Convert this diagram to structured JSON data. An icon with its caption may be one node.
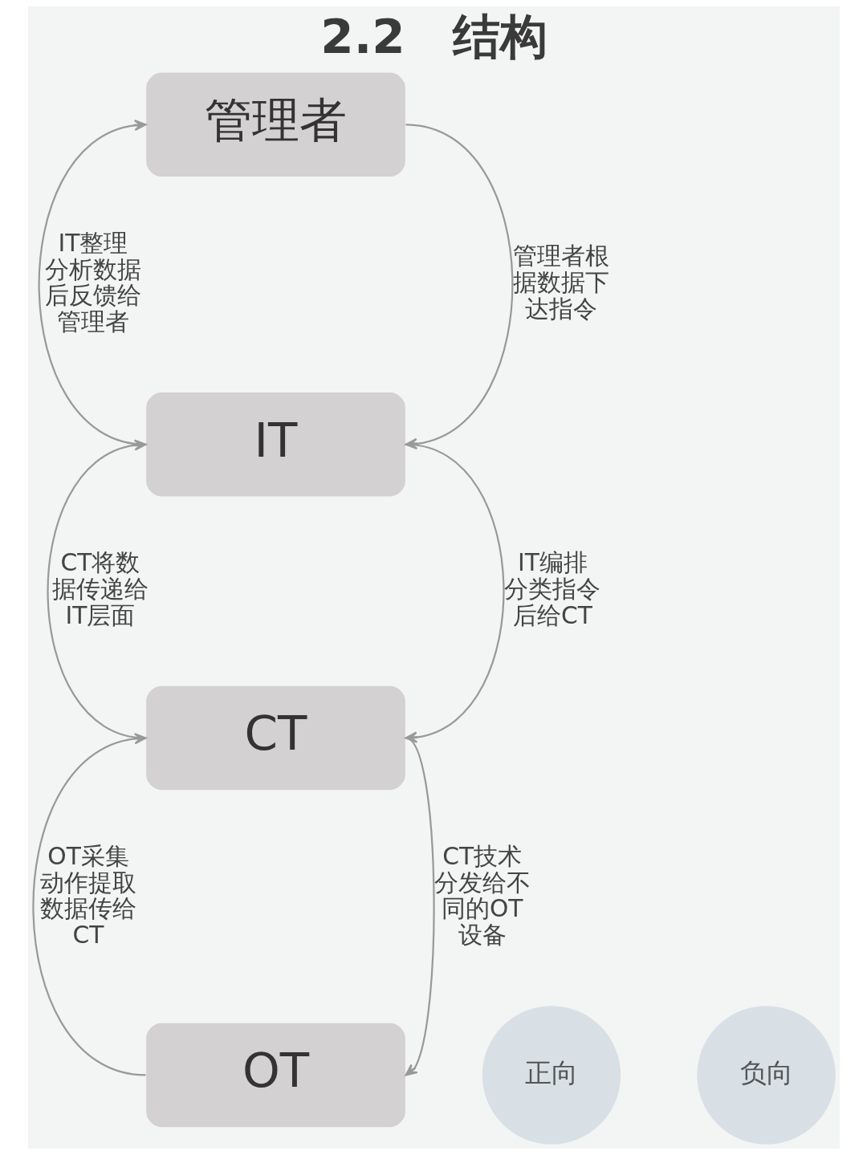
{
  "diagram": {
    "title": "2.2　结构",
    "nodes": [
      {
        "text": [
          "管理者"
        ]
      },
      {
        "text": [
          "IT"
        ]
      },
      {
        "text": [
          "CT"
        ]
      },
      {
        "text": [
          "OT"
        ]
      },
      {
        "text": [
          "正向"
        ]
      },
      {
        "text": [
          "负向"
        ]
      }
    ],
    "edges": [
      {
        "from": 1,
        "to": 0,
        "arrow": "to",
        "label": "IT整理分析数据后反馈给管理者"
      },
      {
        "from": 0,
        "to": 1,
        "arrow": "to",
        "label": "管理者根据数据下达指令"
      },
      {
        "from": 2,
        "to": 1,
        "arrow": "to",
        "label": "CT将数据传递给IT层面"
      },
      {
        "from": 1,
        "to": 2,
        "arrow": "to",
        "label": "IT编排分类指令后给CT"
      },
      {
        "from": 3,
        "to": 2,
        "arrow": "to",
        "label": "OT采集动作提取数据传给CT"
      },
      {
        "from": 2,
        "to": 3,
        "arrow": "to",
        "label": "CT技术分发给不同的OT设备"
      }
    ]
  }
}
